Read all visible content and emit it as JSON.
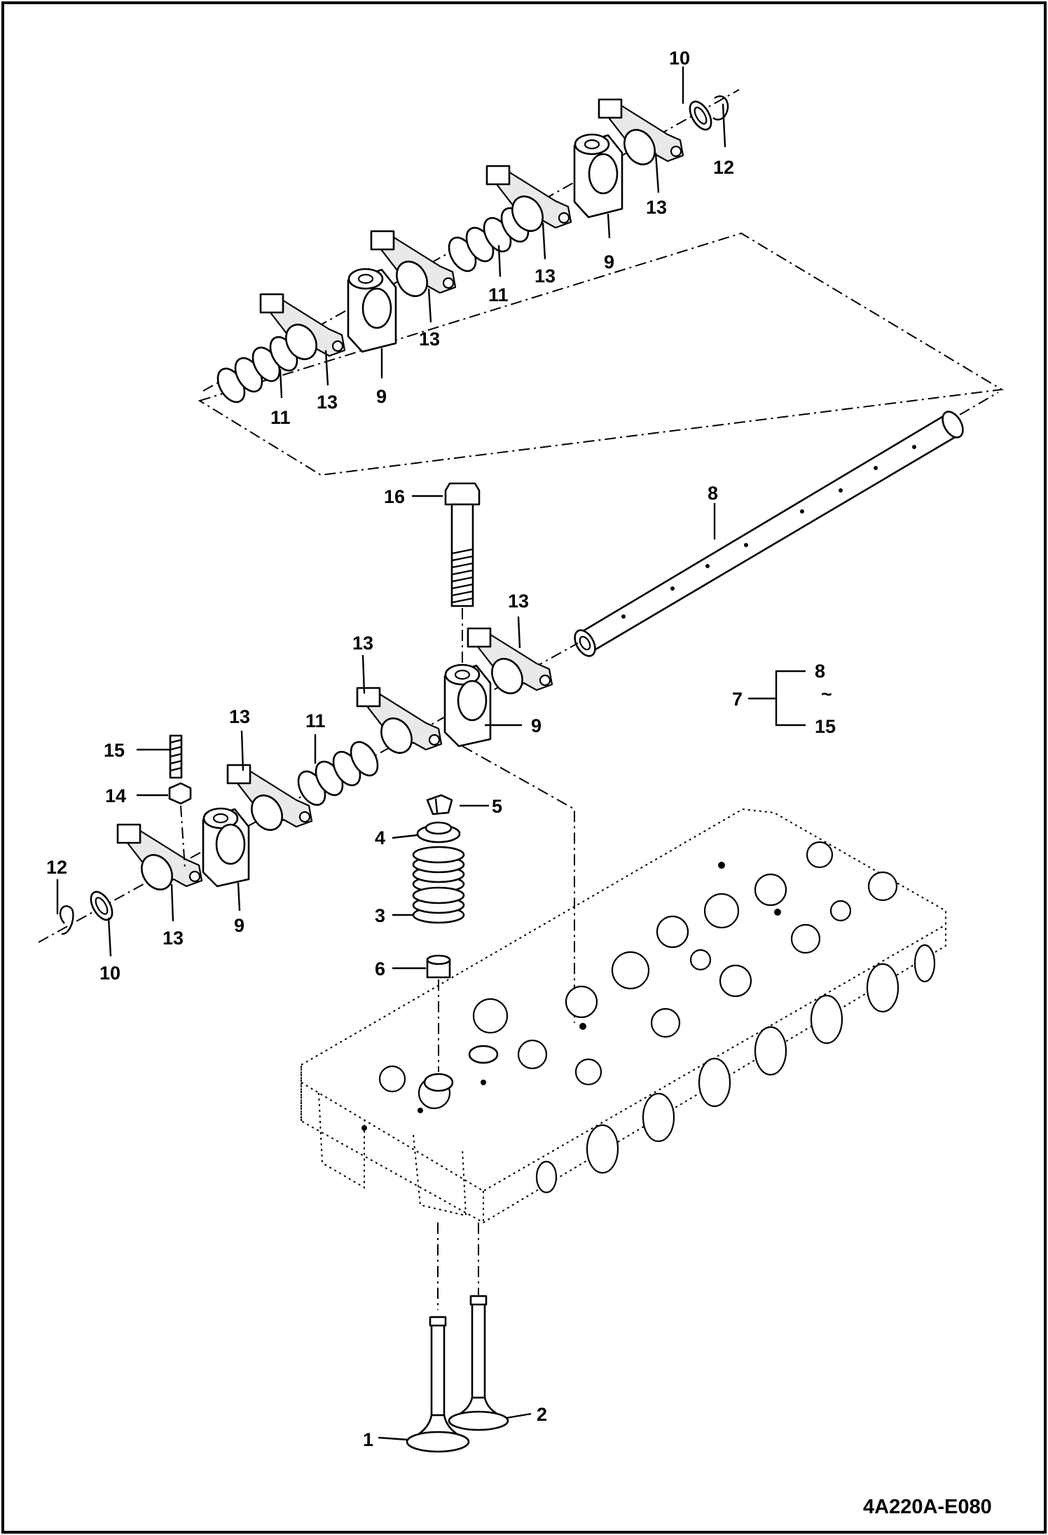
{
  "figure_code": "4A220A-E080",
  "labels": {
    "l1": "1",
    "l2": "2",
    "l3": "3",
    "l4": "4",
    "l5": "5",
    "l6": "6",
    "l7": "7",
    "l8_shaft": "8",
    "l8_group": "8",
    "l9_a": "9",
    "l9_b": "9",
    "l9_c": "9",
    "l9_d": "9",
    "l10_a": "10",
    "l10_b": "10",
    "l11_a": "11",
    "l11_b": "11",
    "l11_c": "11",
    "l12_a": "12",
    "l12_b": "12",
    "l13_a": "13",
    "l13_b": "13",
    "l13_c": "13",
    "l13_d": "13",
    "l13_e": "13",
    "l13_f": "13",
    "l13_g": "13",
    "l13_h": "13",
    "l14": "14",
    "l15_stud": "15",
    "l15_group": "15",
    "l16": "16",
    "range_symbol": "~"
  }
}
